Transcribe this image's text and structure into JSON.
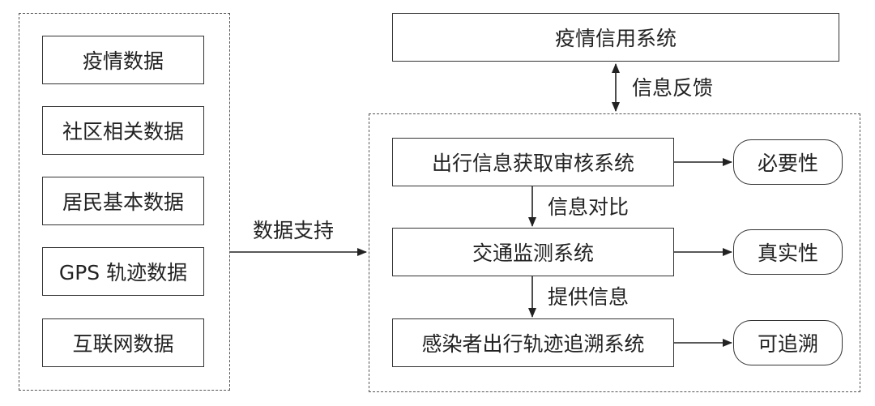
{
  "data_sources": [
    "疫情数据",
    "社区相关数据",
    "居民基本数据",
    "GPS 轨迹数据",
    "互联网数据"
  ],
  "data_support_label": "数据支持",
  "top_system": "疫情信用系统",
  "feedback_label": "信息反馈",
  "systems": [
    "出行信息获取审核系统",
    "交通监测系统",
    "感染者出行轨迹追溯系统"
  ],
  "properties": [
    "必要性",
    "真实性",
    "可追溯"
  ],
  "flow_labels": [
    "信息对比",
    "提供信息"
  ]
}
